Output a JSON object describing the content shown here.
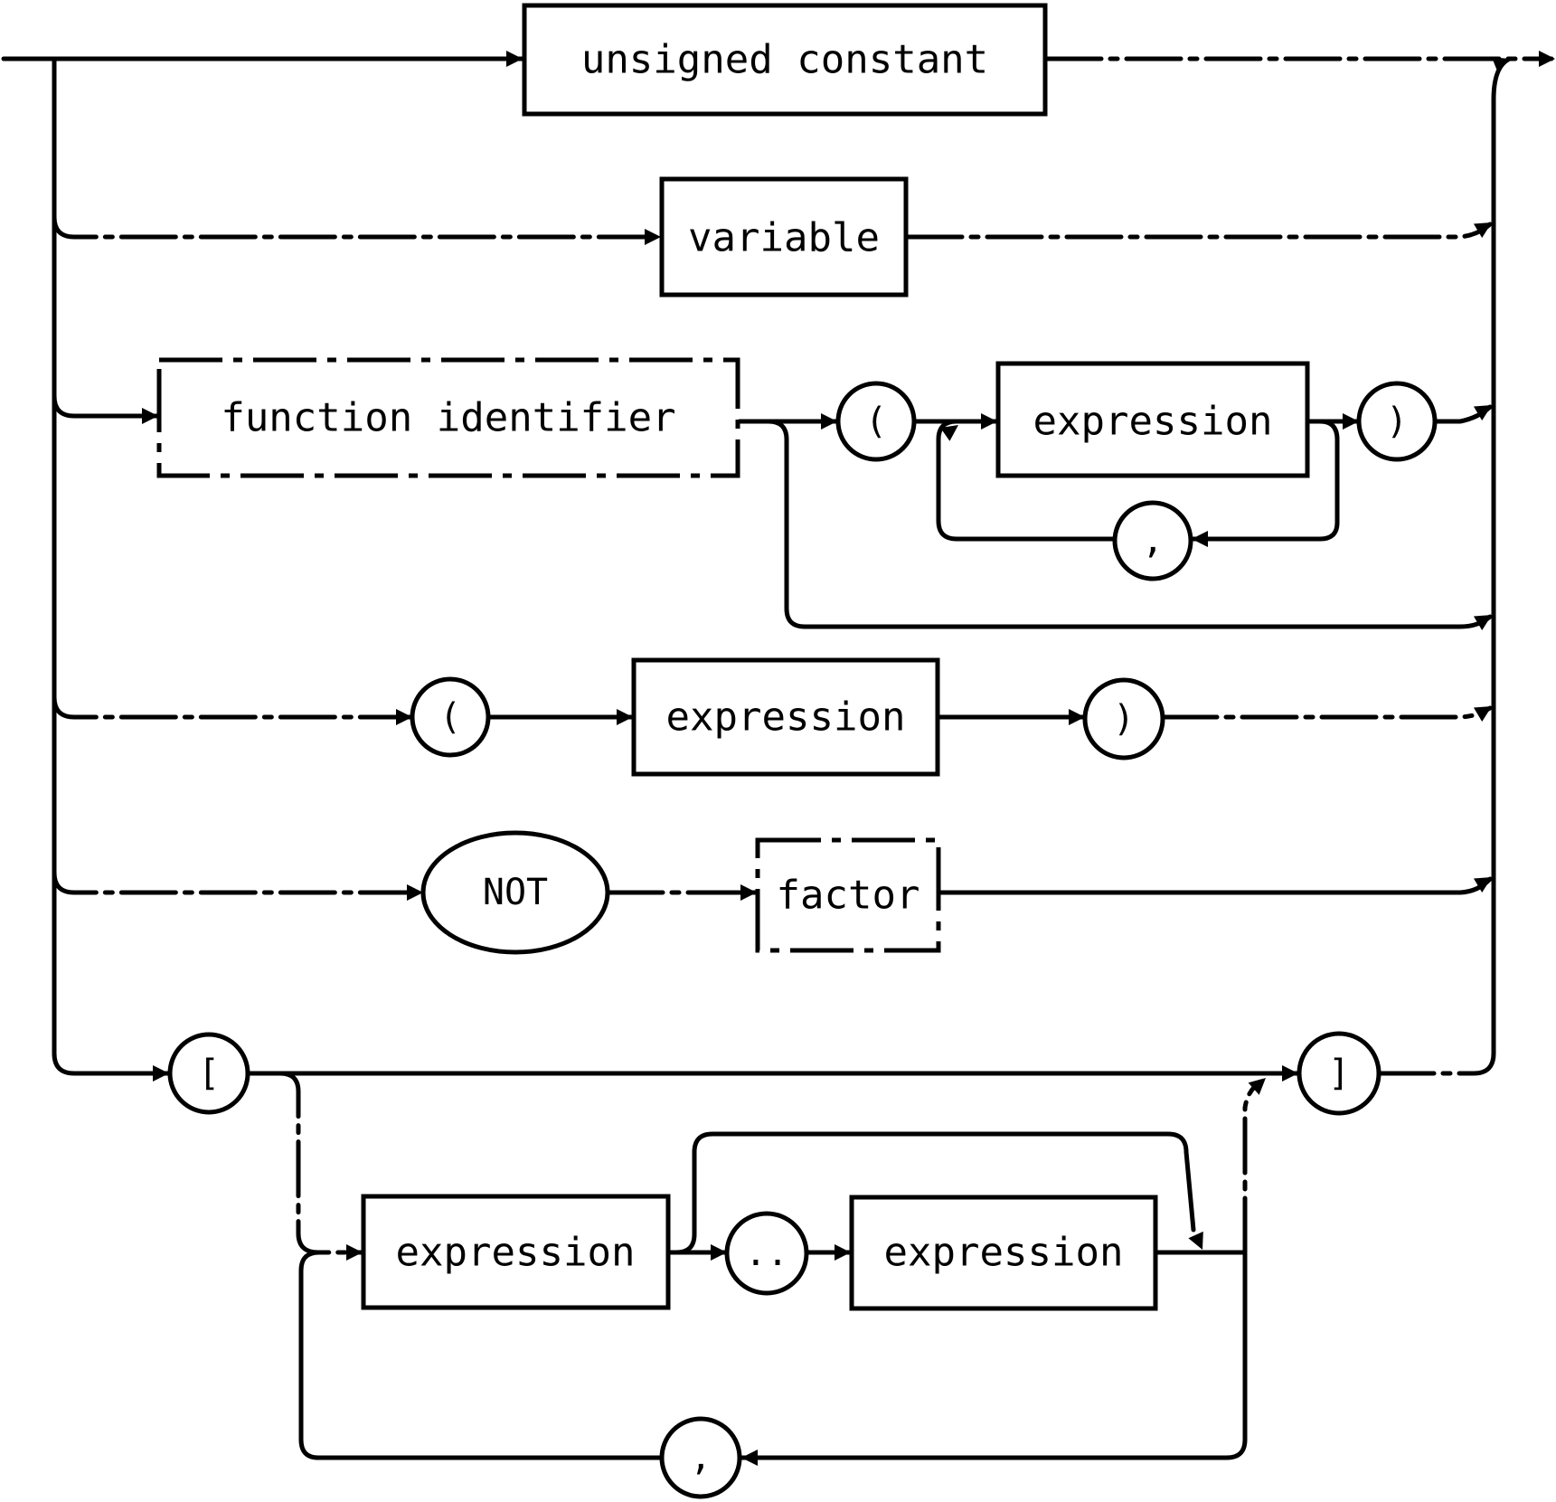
{
  "diagram": {
    "kind": "syntax-diagram",
    "rule": "factor",
    "colors": {
      "ink": "#000000",
      "paper": "#ffffff"
    },
    "nonterminals": {
      "unsigned_constant": "unsigned constant",
      "variable": "variable",
      "function_identifier": "function identifier",
      "call_expression": "expression",
      "paren_expression": "expression",
      "factor": "factor",
      "set_expression_low": "expression",
      "set_expression_high": "expression"
    },
    "terminals": {
      "call_open": "(",
      "call_comma": ",",
      "call_close": ")",
      "paren_open": "(",
      "paren_close": ")",
      "not": "NOT",
      "set_open": "[",
      "range": "..",
      "set_comma": ",",
      "set_close": "]"
    },
    "alternatives": [
      [
        "unsigned constant"
      ],
      [
        "variable"
      ],
      [
        "function identifier",
        "( expression { , expression } )"
      ],
      [
        "(",
        "expression",
        ")"
      ],
      [
        "NOT",
        "factor"
      ],
      [
        "[",
        "expression [ .. expression ] { , ... }",
        "]"
      ]
    ]
  }
}
